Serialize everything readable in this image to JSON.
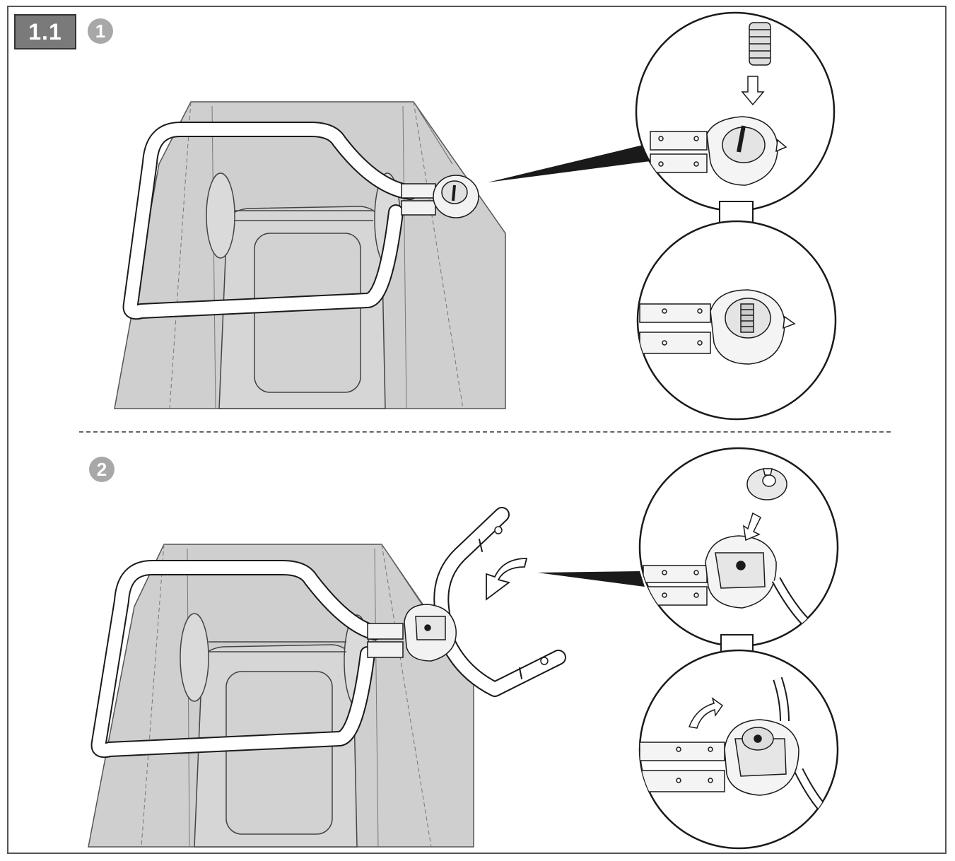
{
  "section": {
    "number": "1.1"
  },
  "steps": [
    {
      "number": "1"
    },
    {
      "number": "2"
    }
  ],
  "colors": {
    "floor": "#cfcfcf",
    "outline": "#1a1a1a",
    "badge": "#7a7a7a",
    "step_circle": "#a8a8a8"
  },
  "icons": {
    "step1_detail_top": "spring-insert-detail",
    "step1_detail_bottom": "spring-seated-detail",
    "step2_detail_top": "cap-insert-detail",
    "step2_detail_bottom": "cap-rotate-detail",
    "arrow_down": "down-arrow-icon",
    "arrow_swing": "curved-arrow-icon"
  }
}
